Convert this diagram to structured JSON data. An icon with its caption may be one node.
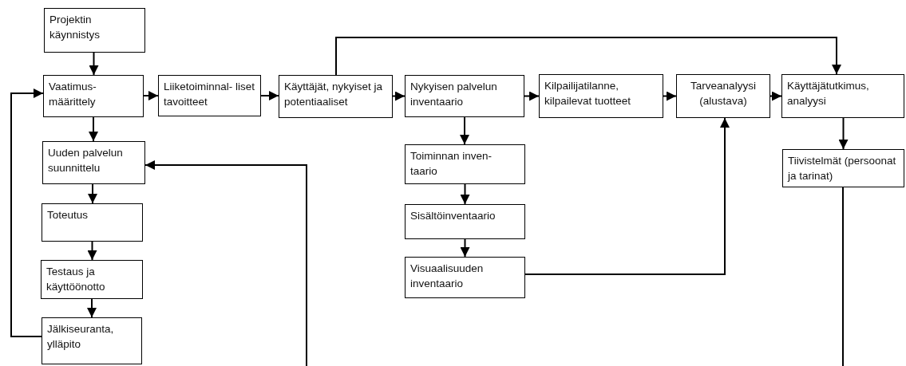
{
  "diagram": {
    "nodes": [
      {
        "text": [
          "Projektin käynnistys"
        ]
      },
      {
        "text": [
          "Vaatimus- määrittely"
        ]
      },
      {
        "text": [
          "Liiketoiminnal- liset tavoitteet"
        ]
      },
      {
        "text": [
          "Käyttäjät, nykyiset ja potentiaaliset"
        ]
      },
      {
        "text": [
          "Nykyisen palvelun inventaario"
        ]
      },
      {
        "text": [
          "Kilpailijatilanne, kilpailevat tuotteet"
        ]
      },
      {
        "text": [
          "Tarveanalyysi (alustava)"
        ]
      },
      {
        "text": [
          "Käyttäjätutkimus, analyysi"
        ]
      },
      {
        "text": [
          "Uuden palvelun suunnittelu"
        ]
      },
      {
        "text": [
          "Toteutus"
        ]
      },
      {
        "text": [
          "Testaus ja käyttöönotto"
        ]
      },
      {
        "text": [
          "Jälkiseuranta, ylläpito"
        ]
      },
      {
        "text": [
          "Toiminnan inven- taario"
        ]
      },
      {
        "text": [
          "Sisältöinventaario"
        ]
      },
      {
        "text": [
          "Visuaalisuuden inventaario"
        ]
      },
      {
        "text": [
          "Tiivistelmät (persoonat ja tarinat)"
        ]
      }
    ],
    "edges": [
      {
        "from": 0,
        "to": 1,
        "arrow": "to"
      },
      {
        "from": 1,
        "to": 2,
        "arrow": "to"
      },
      {
        "from": 2,
        "to": 3,
        "arrow": "to"
      },
      {
        "from": 3,
        "to": 4,
        "arrow": "to"
      },
      {
        "from": 4,
        "to": 5,
        "arrow": "to"
      },
      {
        "from": 5,
        "to": 6,
        "arrow": "to"
      },
      {
        "from": 6,
        "to": 7,
        "arrow": "to"
      },
      {
        "from": 3,
        "to": 7,
        "arrow": "to"
      },
      {
        "from": 1,
        "to": 8,
        "arrow": "to"
      },
      {
        "from": 8,
        "to": 9,
        "arrow": "to"
      },
      {
        "from": 9,
        "to": 10,
        "arrow": "to"
      },
      {
        "from": 10,
        "to": 11,
        "arrow": "to"
      },
      {
        "from": 11,
        "to": 1,
        "arrow": "to"
      },
      {
        "from": 4,
        "to": 12,
        "arrow": "to"
      },
      {
        "from": 12,
        "to": 13,
        "arrow": "to"
      },
      {
        "from": 13,
        "to": 14,
        "arrow": "to"
      },
      {
        "from": 14,
        "to": 6,
        "arrow": "to"
      },
      {
        "from": 7,
        "to": 15,
        "arrow": "to"
      },
      {
        "from": 15,
        "to": null,
        "arrow": "none"
      },
      {
        "from": null,
        "to": 8,
        "arrow": "to"
      }
    ]
  }
}
